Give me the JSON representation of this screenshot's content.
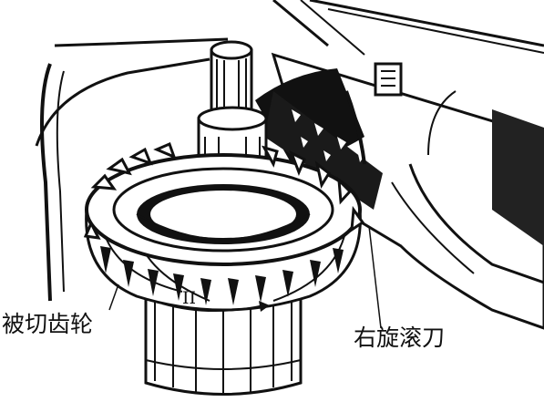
{
  "labels": {
    "workpiece_gear": "被切齿轮",
    "hob_cutter": "右旋滚刀",
    "rotation_mark": "II"
  },
  "colors": {
    "ink": "#111111",
    "paper": "#ffffff"
  }
}
